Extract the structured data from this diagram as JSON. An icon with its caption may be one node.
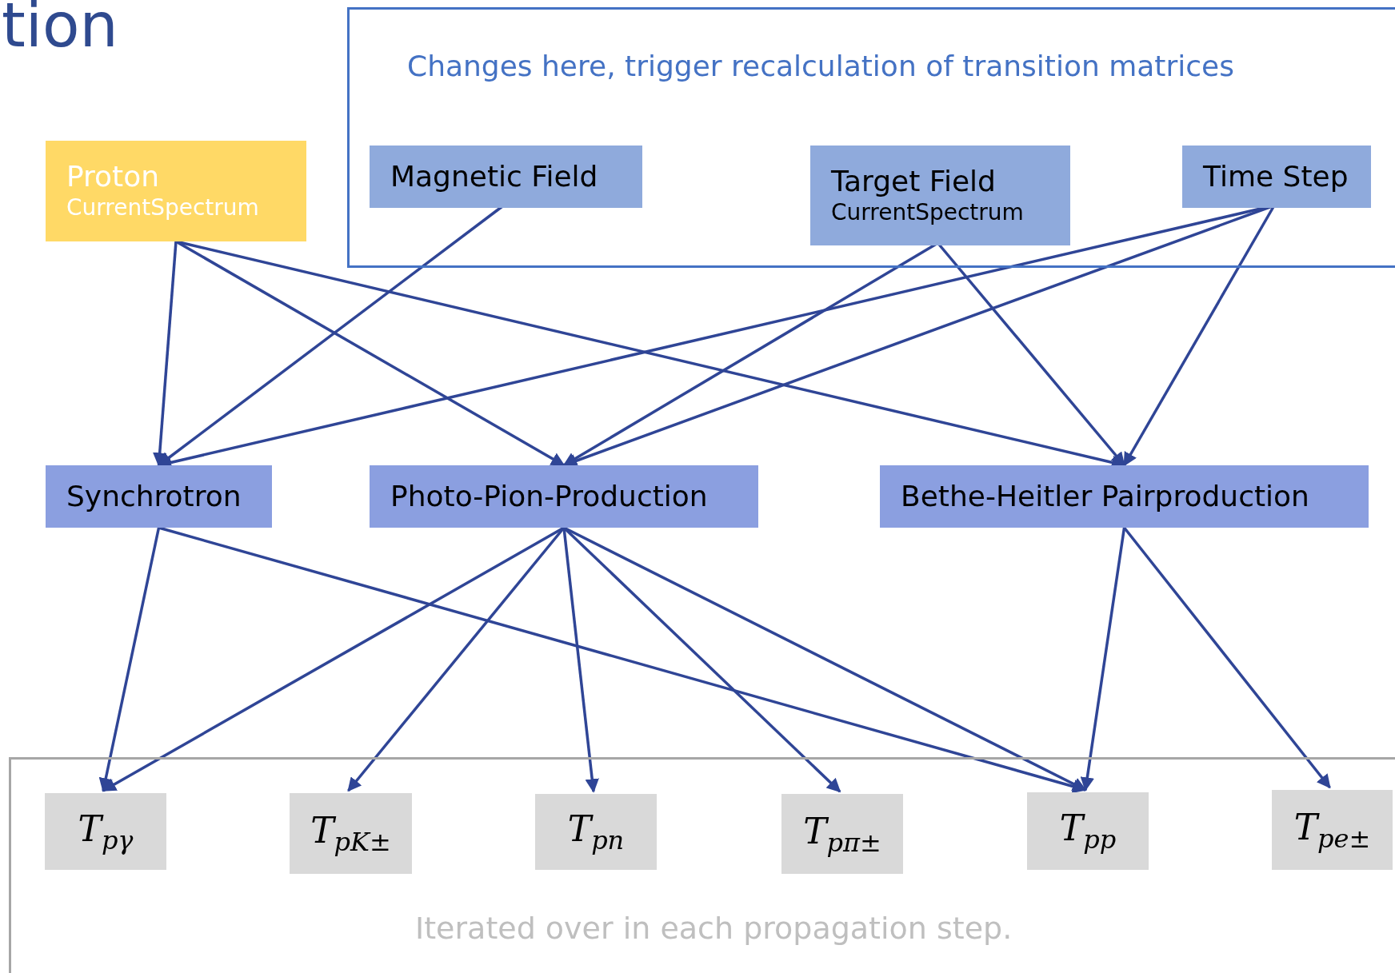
{
  "diagram": {
    "title": "tion",
    "nodes": [
      {
        "text": [
          "Changes here,  trigger recalculation of transition matrices"
        ]
      },
      {
        "text": [
          "Magnetic Field"
        ],
        "in": 0
      },
      {
        "text": [
          "Target Field",
          "CurrentSpectrum"
        ],
        "in": 0
      },
      {
        "text": [
          "Time Step"
        ],
        "in": 0
      },
      {
        "text": [
          "Proton",
          "CurrentSpectrum"
        ]
      },
      {
        "text": [
          "Synchrotron"
        ]
      },
      {
        "text": [
          "Photo-Pion-Production"
        ]
      },
      {
        "text": [
          "Bethe-Heitler Pairproduction"
        ]
      },
      {
        "text": [
          "Iterated over in each propagation step."
        ]
      },
      {
        "text": [
          "T$_{pγ}$"
        ],
        "in": 8
      },
      {
        "text": [
          "T$_{pK±}$"
        ],
        "in": 8
      },
      {
        "text": [
          "T$_{pn}$"
        ],
        "in": 8
      },
      {
        "text": [
          "T$_{pπ±}$"
        ],
        "in": 8
      },
      {
        "text": [
          "T$_{pp}$"
        ],
        "in": 8
      },
      {
        "text": [
          "T$_{pe±}$"
        ],
        "in": 8
      }
    ],
    "edges": [
      {
        "from": 4,
        "to": 5,
        "arrow": "to"
      },
      {
        "from": 4,
        "to": 6,
        "arrow": "to"
      },
      {
        "from": 4,
        "to": 7,
        "arrow": "to"
      },
      {
        "from": 1,
        "to": 5,
        "arrow": "to"
      },
      {
        "from": 2,
        "to": 6,
        "arrow": "to"
      },
      {
        "from": 2,
        "to": 7,
        "arrow": "to"
      },
      {
        "from": 3,
        "to": 5,
        "arrow": "to"
      },
      {
        "from": 3,
        "to": 6,
        "arrow": "to"
      },
      {
        "from": 3,
        "to": 7,
        "arrow": "to"
      },
      {
        "from": 5,
        "to": 9,
        "arrow": "to"
      },
      {
        "from": 5,
        "to": 13,
        "arrow": "to"
      },
      {
        "from": 6,
        "to": 9,
        "arrow": "to"
      },
      {
        "from": 6,
        "to": 10,
        "arrow": "to"
      },
      {
        "from": 6,
        "to": 11,
        "arrow": "to"
      },
      {
        "from": 6,
        "to": 12,
        "arrow": "to"
      },
      {
        "from": 6,
        "to": 13,
        "arrow": "to"
      },
      {
        "from": 7,
        "to": 13,
        "arrow": "to"
      },
      {
        "from": 7,
        "to": 14,
        "arrow": "to"
      }
    ]
  }
}
